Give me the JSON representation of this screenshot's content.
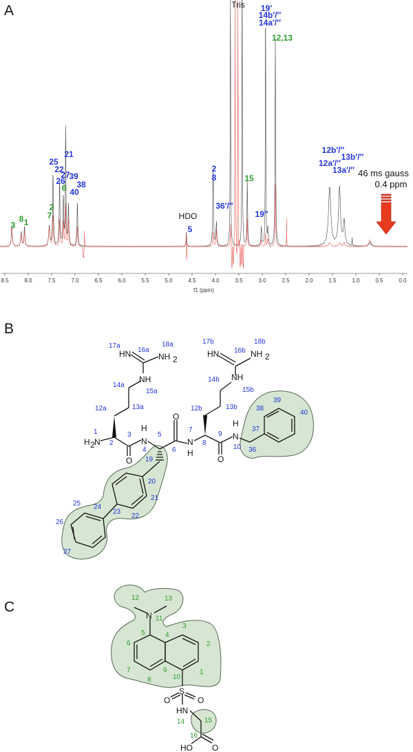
{
  "panels": {
    "a": "A",
    "b": "B",
    "c": "C"
  },
  "spectrum": {
    "x_axis_label": "f1 (ppm)",
    "x_range_ppm": [
      8.6,
      -0.1
    ],
    "ticks": [
      "8.5",
      "8.0",
      "7.5",
      "7.0",
      "6.5",
      "6.0",
      "5.5",
      "5.0",
      "4.5",
      "4.0",
      "3.5",
      "3.0",
      "2.5",
      "2.0",
      "1.5",
      "1.0",
      "0.5",
      "0.0"
    ],
    "colors": {
      "reference_trace": "#333333",
      "selective_trace": "#e8403a",
      "peptide_labels": "#2233dd",
      "dansyl_labels": "#2e9a2e",
      "arrow": "#e83a1e"
    },
    "labels": {
      "tris": "Tris",
      "hdo": "HDO",
      "l5": "5",
      "l19p": "19′",
      "l14b": "14b′/″",
      "l14a": "14a′/″",
      "l1213": "12,13",
      "l25": "25",
      "l22": "22",
      "l27": "27",
      "l39": "39",
      "l26": "26",
      "l6": "6",
      "l38": "38",
      "l40": "40",
      "l21": "21",
      "l2g": "2",
      "l7g": "7",
      "l3g": "3",
      "l8g": "8",
      "l1g": "1",
      "l2b": "2",
      "l8b": "8",
      "l36": "36′/″",
      "l15g": "15",
      "l19pp": "19″",
      "l12b": "12b′/″",
      "l13b": "13b′/″",
      "l12a": "12a′/″",
      "l13a": "13a′/″"
    },
    "selective_pulse": {
      "line1": "46 ms gauss",
      "line2": "0.4 ppm",
      "position_ppm": 0.4
    }
  },
  "structure_b": {
    "atoms": {
      "hn_a": "HN",
      "nh2_a": "NH",
      "nh2_a_sub": "2",
      "nh_a": "NH",
      "hn_b": "HN",
      "nh2_b": "NH",
      "nh2_b_sub": "2",
      "nh_b": "NH",
      "h2n": "H",
      "h2n_sub": "2",
      "h2n_n": "N",
      "o3": "O",
      "n4": "N",
      "h4": "H",
      "o6": "O",
      "n7": "N",
      "h7": "H",
      "o9": "O",
      "n10": "N",
      "h10": "H"
    },
    "numbers": {
      "n17a": "17a",
      "n16a": "16a",
      "n18a": "18a",
      "n14a": "14a",
      "n15a": "15a",
      "n12a": "12a",
      "n13a": "13a",
      "n17b": "17b",
      "n16b": "16b",
      "n18b": "18b",
      "n14b": "14b",
      "n15b": "15b",
      "n12b": "12b",
      "n13b": "13b",
      "n1": "1",
      "n2": "2",
      "n3": "3",
      "n4": "4",
      "n5": "5",
      "n6": "6",
      "n7": "7",
      "n8": "8",
      "n9": "9",
      "n10": "10",
      "n19": "19",
      "n20": "20",
      "n21": "21",
      "n22": "22",
      "n23": "23",
      "n24": "24",
      "n25": "25",
      "n26": "26",
      "n27": "27",
      "n36": "36",
      "n37": "37",
      "n38": "38",
      "n39": "39",
      "n40": "40"
    }
  },
  "structure_c": {
    "atoms": {
      "n": "N",
      "s": "S",
      "o1": "O",
      "o2": "O",
      "hn": "HN",
      "ho": "HO",
      "o3": "O"
    },
    "numbers": {
      "n1": "1",
      "n2": "2",
      "n3": "3",
      "n4": "4",
      "n5": "5",
      "n6": "6",
      "n7": "7",
      "n8": "8",
      "n9": "9",
      "n10": "10",
      "n11": "11",
      "n12": "12",
      "n13": "13",
      "n14": "14",
      "n15": "15",
      "n16": "16"
    }
  }
}
